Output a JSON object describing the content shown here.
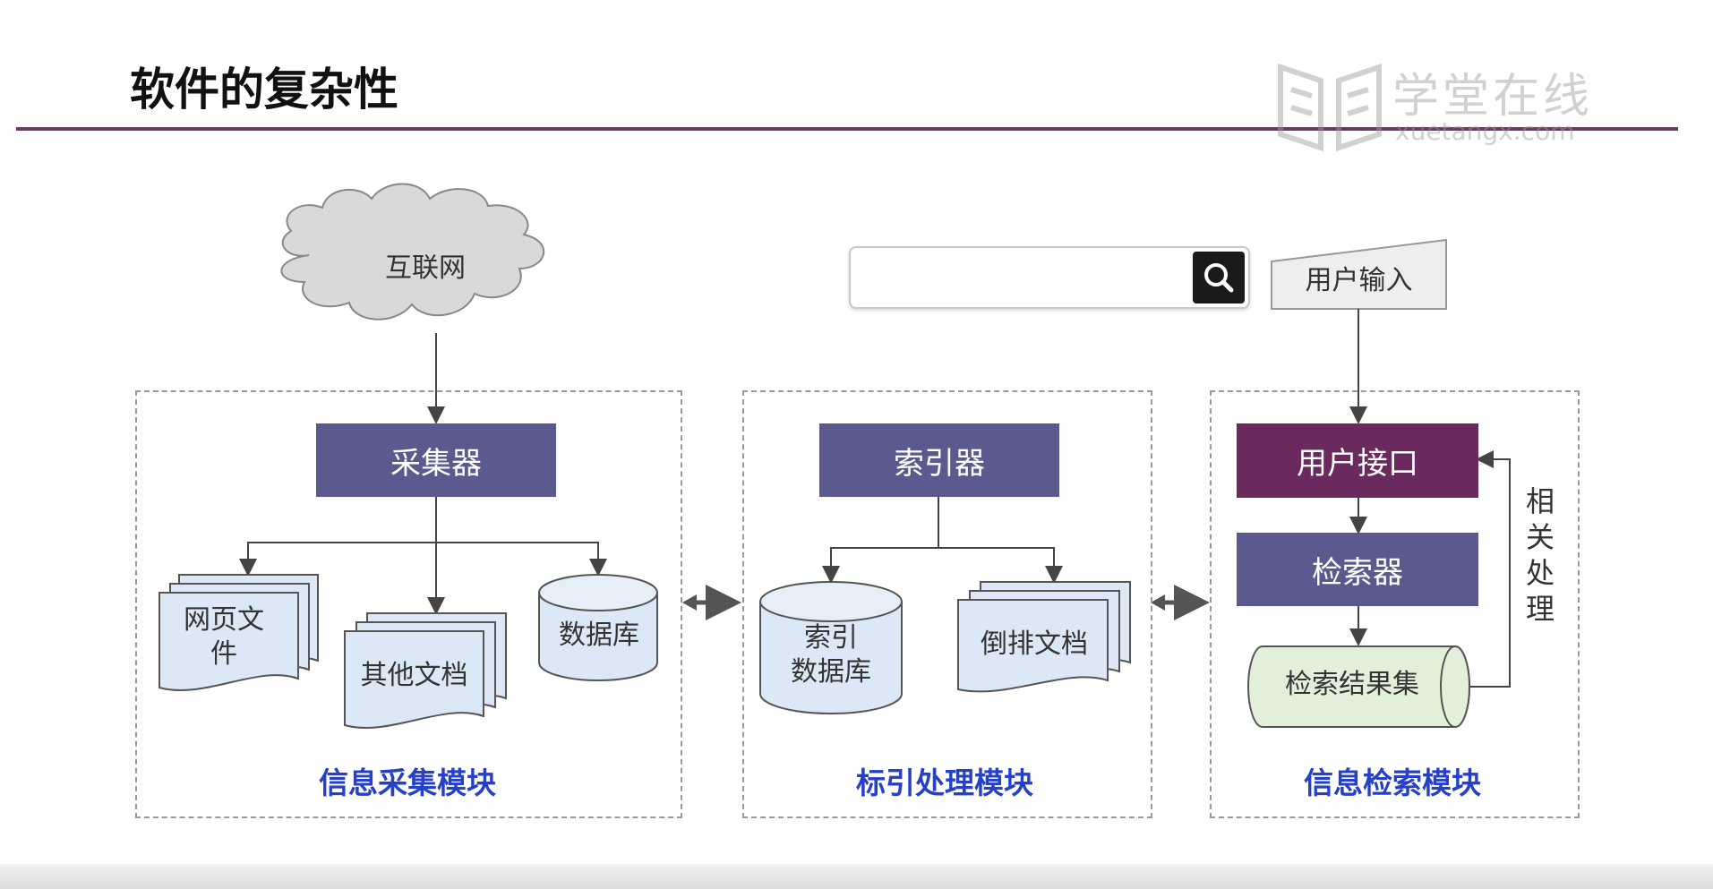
{
  "slide": {
    "title": "软件的复杂性"
  },
  "logo": {
    "cn": "学堂在线",
    "en": "xuetangx.com"
  },
  "diagram": {
    "internet_label": "互联网",
    "collector": "采集器",
    "collect_docs": [
      "网页文件",
      "其他文档",
      "数据库"
    ],
    "collect_module": "信息采集模块",
    "indexer": "索引器",
    "index_db": "索引数据库",
    "inverted_docs": "倒排文档",
    "index_module": "标引处理模块",
    "user_input": "用户输入",
    "user_interface": "用户接口",
    "retriever": "检索器",
    "result_set": "检索结果集",
    "relevance": "相关处理",
    "retrieve_module": "信息检索模块",
    "colors": {
      "block_blue": "#5a5a8e",
      "block_purple": "#6b2a5e",
      "module_text": "#2640c8",
      "doc_fill": "#dce8f6",
      "result_fill": "#e2efd9"
    }
  }
}
